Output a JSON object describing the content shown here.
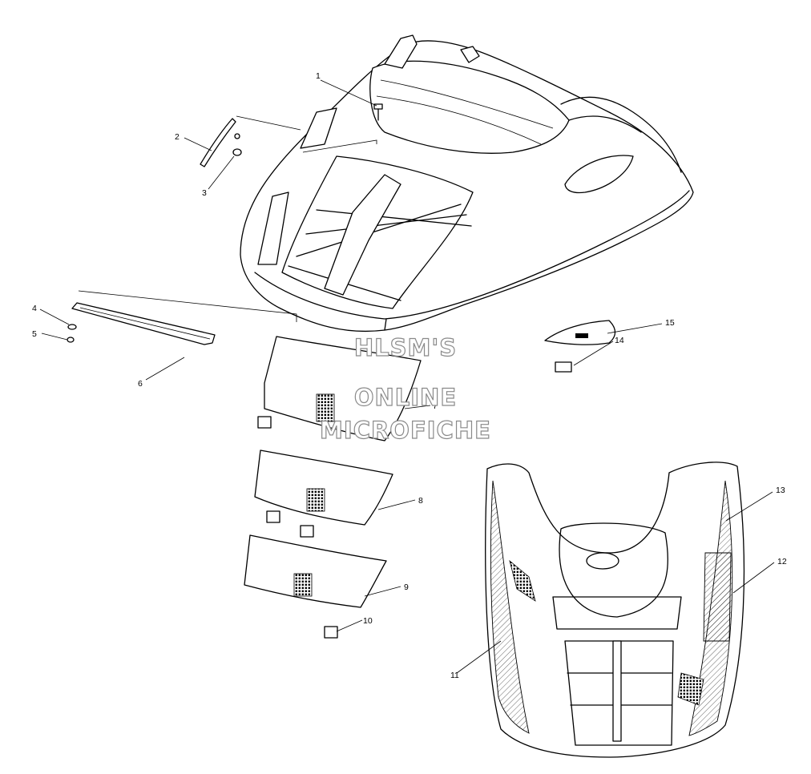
{
  "watermark": {
    "lines": [
      "HLSM'S",
      "ONLINE",
      "MICROFICHE"
    ],
    "color": "#8a8a8a"
  },
  "callouts": [
    "1",
    "2",
    "3",
    "4",
    "5",
    "6",
    "7",
    "8",
    "9",
    "10",
    "11",
    "12",
    "13",
    "14",
    "15"
  ]
}
